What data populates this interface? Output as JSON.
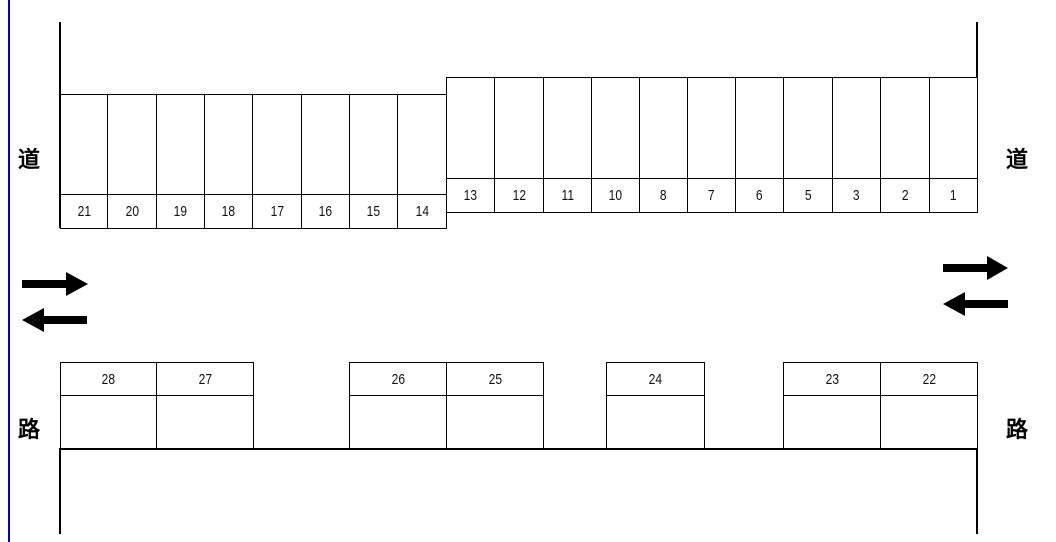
{
  "road_labels": {
    "left_top": "道",
    "left_bottom": "路",
    "right_top": "道",
    "right_bottom": "路"
  },
  "top_row_left": {
    "spaces": [
      "21",
      "20",
      "19",
      "18",
      "17",
      "16",
      "15",
      "14"
    ]
  },
  "top_row_right": {
    "spaces": [
      "13",
      "12",
      "11",
      "10",
      "8",
      "7",
      "6",
      "5",
      "3",
      "2",
      "1"
    ]
  },
  "bottom_row": {
    "spaces": [
      "28",
      "27",
      "26",
      "25",
      "24",
      "23",
      "22"
    ]
  },
  "arrows": {
    "left": [
      "arrow-right",
      "arrow-left"
    ],
    "right": [
      "arrow-right",
      "arrow-left"
    ]
  },
  "colors": {
    "line": "#000000",
    "margin_line": "#0000cc"
  }
}
